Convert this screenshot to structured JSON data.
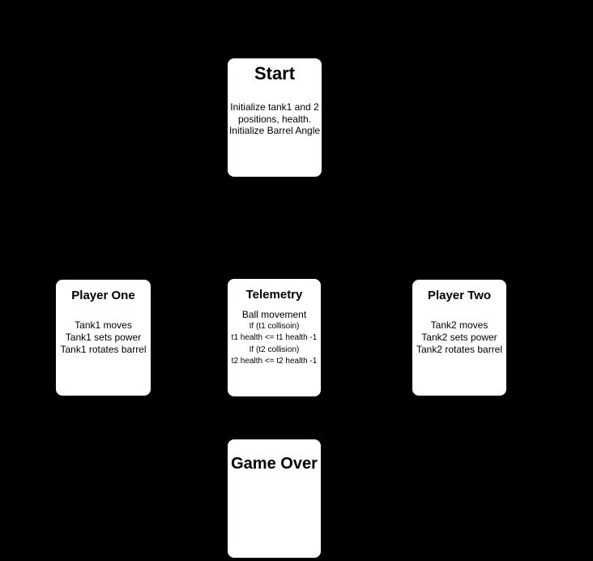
{
  "diagram": {
    "background_color": "#000000",
    "node_fill_color": "#ffffff",
    "node_text_color": "#000000"
  },
  "nodes": {
    "start": {
      "title": "Start",
      "body": [
        "Initialize tank1 and 2",
        "positions, health.",
        "Initialize Barrel Angle"
      ]
    },
    "player_one": {
      "title": "Player One",
      "body": [
        "Tank1 moves",
        "Tank1 sets power",
        "Tank1 rotates barrel"
      ]
    },
    "telemetry": {
      "title": "Telemetry",
      "body": [
        "Ball movement",
        "If (t1 collisoin)",
        "t1 health <= t1 health -1",
        "If (t2 collision)",
        "t2 health <= t2 health -1"
      ]
    },
    "player_two": {
      "title": "Player Two",
      "body": [
        "Tank2 moves",
        "Tank2 sets power",
        "Tank2 rotates barrel"
      ]
    },
    "game_over": {
      "title": "Game Over",
      "body": []
    }
  }
}
